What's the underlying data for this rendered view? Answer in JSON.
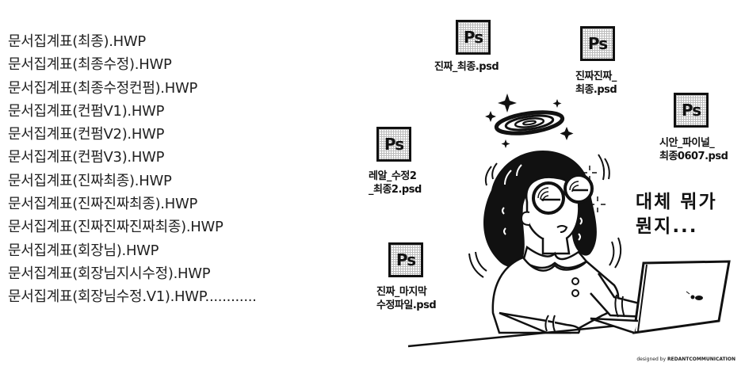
{
  "file_list": [
    "문서집계표(최종).HWP",
    "문서집계표(최종수정).HWP",
    "문서집계표(최종수정컨펌).HWP",
    "문서집계표(컨펌V1).HWP",
    "문서집계표(컨펌V2).HWP",
    "문서집계표(컨펌V3).HWP",
    "문서집계표(진짜최종).HWP",
    "문서집계표(진짜진짜최종).HWP",
    "문서집계표(진짜진짜진짜최종).HWP",
    "문서집계표(회장님).HWP",
    "문서집계표(회장님지시수정).HWP",
    "문서집계표(회장님수정.V1).HWP............"
  ],
  "psd_files": [
    {
      "icon": "Ps",
      "label": "진짜_최종.psd"
    },
    {
      "icon": "Ps",
      "label": "진짜진짜_\n최종.psd"
    },
    {
      "icon": "Ps",
      "label": "시안_파이널_\n최종0607.psd"
    },
    {
      "icon": "Ps",
      "label": "레알_수정2\n_최종2.psd"
    },
    {
      "icon": "Ps",
      "label": "진짜_마지막\n수정파일.psd"
    }
  ],
  "speech_bubble": "대체 뭐가\n뭔지...",
  "credit": {
    "prefix": "designed by ",
    "brand": "REDANTCOMMUNICATION"
  }
}
